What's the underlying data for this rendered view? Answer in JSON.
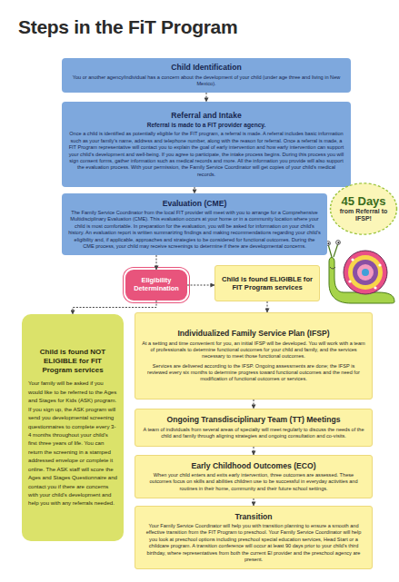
{
  "diagram": {
    "title": "Steps in the FiT Program",
    "nodes": [
      {
        "text": [
          "Child Identification",
          "You or another agency/individual has a concern about the development of your child (under age three and living in New Mexico)."
        ]
      },
      {
        "text": [
          "Referral and Intake",
          "Referral is made to a FIT provider agency.",
          "Once a child is identified as potentially eligible for the FIT program, a referral is made. A referral includes basic information such as your family's name, address and telephone number, along with the reason for referral. Once a referral is made, a FIT Program representative will contact you to explain the goal of early intervention and how early intervention can support your child's development and well-being. If you agree to participate, the intake process begins. During this process you will sign consent forms, gather information such as medical records and more. All the information you provide will also support the evaluation process. With your permission, the Family Service Coordinator will get copies of your child's medical records."
        ]
      },
      {
        "text": [
          "Evaluation (CME)",
          "The Family Service Coordinator from the local FIT provider will meet with you to arrange for a Comprehensive Multidisciplinary Evaluation (CME). This evaluation occurs at your home or in a community location where your child is most comfortable. In preparation for the evaluation, you will be asked for information on your child's history. An evaluation report is written summarizing findings and making recommendations regarding your child's eligibility and, if applicable, approaches and strategies to be considered for functional outcomes. During the CME process, your child may receive screenings to determine if there are developmental concerns."
        ]
      },
      {
        "text": [
          "45 Days",
          "from Referral to IFSP!"
        ]
      },
      {
        "text": [
          "Eligibility Determination"
        ]
      },
      {
        "text": [
          "Child is found ELIGIBLE for FIT Program services"
        ]
      },
      {
        "text": [
          "Child is found NOT ELIGIBLE for FIT Program services",
          "Your family will be asked if you would like to be referred to the Ages and Stages for Kids (ASK) program. If you sign up, the ASK program will send you developmental screening questionnaires to complete every 3-4 months throughout your child's first three years of life. You can return the screening in a stamped addressed envelope or complete it online. The ASK staff will score the Ages and Stages Questionnaire and contact you if there are concerns with your child's development and help you with any referrals needed."
        ]
      },
      {
        "text": [
          "Individualized Family Service Plan (IFSP)",
          "At a setting and time convenient for you, an initial IFSP will be developed. You will work with a team of professionals to determine functional outcomes for your child and family, and the services necessary to meet those functional outcomes.",
          "Services are delivered according to the IFSP. Ongoing assessments are done; the IFSP is reviewed every six months to determine progress toward functional outcomes and the need for modification of functional outcomes or services."
        ]
      },
      {
        "text": [
          "Ongoing Transdisciplinary Team (TT) Meetings",
          "A team of individuals from several areas of specialty will meet regularly to discuss the needs of the child and family through aligning strategies and ongoing consultation and co-visits."
        ]
      },
      {
        "text": [
          "Early Childhood Outcomes (ECO)",
          "When your child enters and exits early intervention, three outcomes are assessed. These outcomes focus on skills and abilities children use to be successful in everyday activities and routines in their home, community and their future school settings."
        ]
      },
      {
        "text": [
          "Transition",
          "Your Family Service Coordinator will help you with transition planning to ensure a smooth and effective transition from the FIT Program to preschool. Your Family Service Coordinator will help you look at preschool options including preschool special education services, Head Start or a childcare program. A transition conference will occur at least 90 days prior to your child's third birthday, where representatives from both the current EI provider and the preschool agency are present."
        ]
      }
    ],
    "edges": [
      {
        "from": 0,
        "to": 1,
        "arrow": "to"
      },
      {
        "from": 1,
        "to": 2,
        "arrow": "to"
      },
      {
        "from": 2,
        "to": 4,
        "arrow": "to"
      },
      {
        "from": 4,
        "to": 5,
        "arrow": "to"
      },
      {
        "from": 4,
        "to": 6,
        "arrow": "to"
      },
      {
        "from": 5,
        "to": 7,
        "arrow": "to"
      },
      {
        "from": 7,
        "to": 8,
        "arrow": "to"
      },
      {
        "from": 8,
        "to": 9,
        "arrow": "to"
      },
      {
        "from": 9,
        "to": 10,
        "arrow": "to"
      }
    ]
  }
}
